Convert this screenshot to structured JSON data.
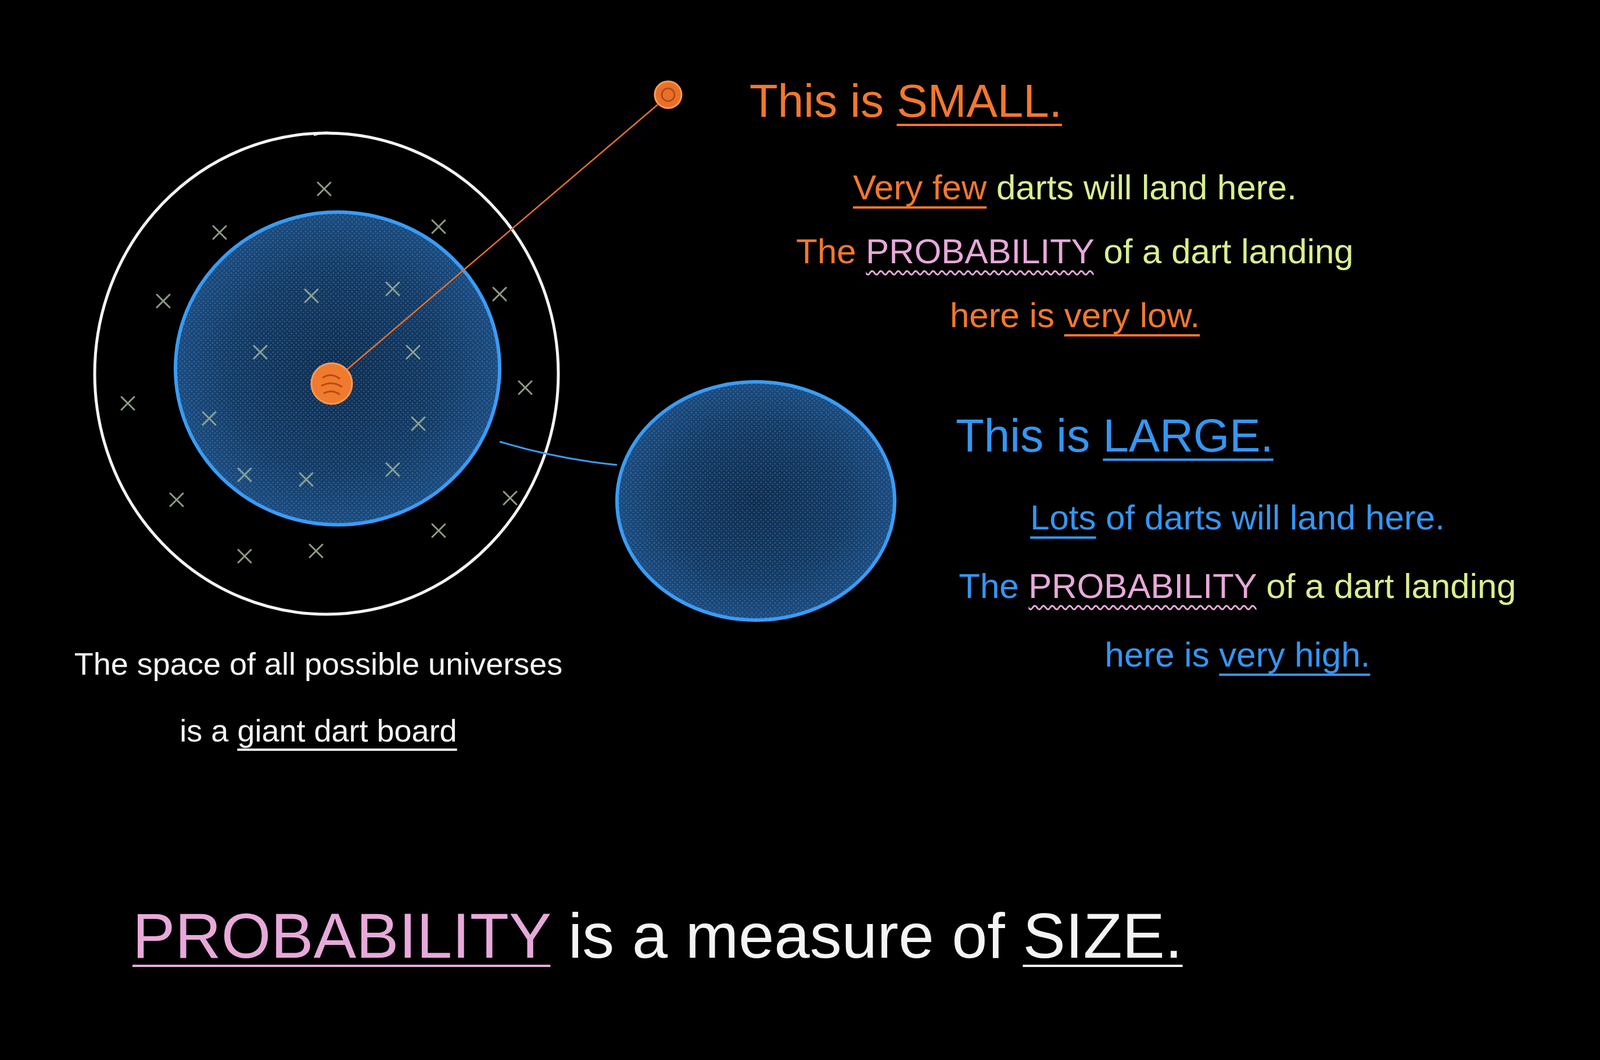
{
  "diagram": {
    "labels": [
      "This is SMALL.",
      "Very few darts will land here. The PROBABILITY of a dart landing here is very low.",
      "This is LARGE.",
      "Lots of darts will land here. The PROBABILITY of a dart landing here is very high.",
      "The space of all possible universes is a giant dart board",
      "PROBABILITY is a measure of SIZE."
    ]
  }
}
